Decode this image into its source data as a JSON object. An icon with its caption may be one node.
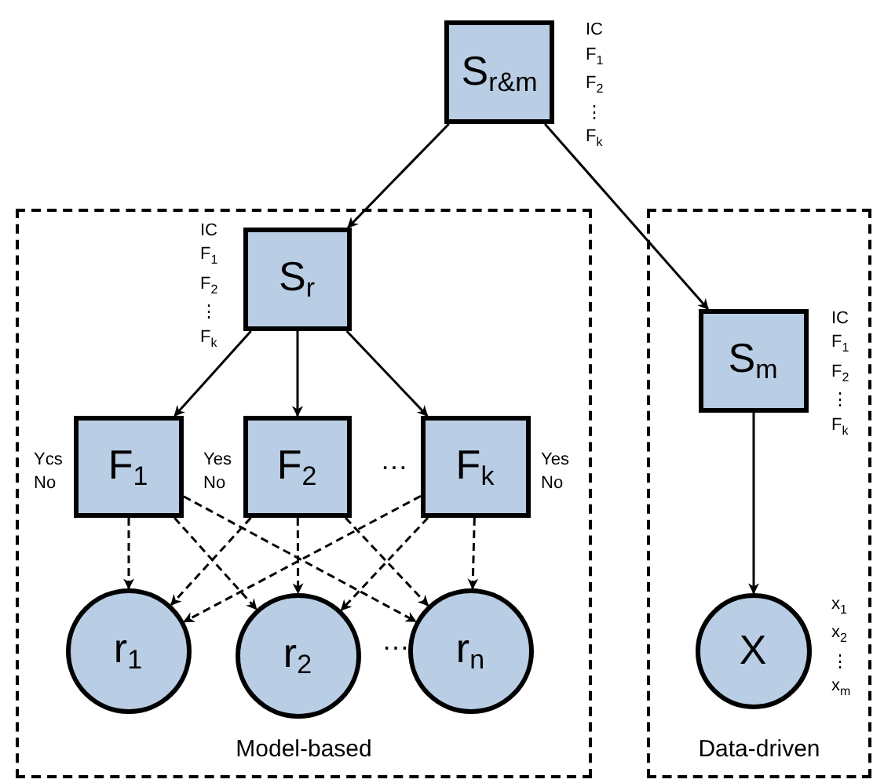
{
  "diagram": {
    "nodes": [
      {
        "text": [
          "S$_{r&m}$"
        ],
        "beside": [
          "IC",
          "F$_{1}$",
          "F$_{2}$",
          "⋮",
          "F$_{k}$"
        ]
      },
      {
        "text": [
          "Model-based"
        ]
      },
      {
        "text": [
          "S$_{r}$"
        ],
        "in": 1,
        "beside": [
          "IC",
          "F$_{1}$",
          "F$_{2}$",
          "⋮",
          "F$_{k}$"
        ]
      },
      {
        "text": [
          "F$_{1}$"
        ],
        "in": 1,
        "beside": [
          "Ycs",
          "No"
        ]
      },
      {
        "text": [
          "F$_{2}$"
        ],
        "in": 1,
        "beside": [
          "Yes",
          "No"
        ]
      },
      {
        "text": [
          "F$_{k}$"
        ],
        "in": 1,
        "beside": [
          "Yes",
          "No"
        ]
      },
      {
        "text": [
          "r$_{1}$"
        ],
        "in": 1
      },
      {
        "text": [
          "r$_{2}$"
        ],
        "in": 1
      },
      {
        "text": [
          "r$_{n}$"
        ],
        "in": 1
      },
      {
        "text": [
          "Data-driven"
        ]
      },
      {
        "text": [
          "S$_{m}$"
        ],
        "in": 9,
        "beside": [
          "IC",
          "F$_{1}$",
          "F$_{2}$",
          "⋮",
          "F$_{k}$"
        ]
      },
      {
        "text": [
          "X"
        ],
        "in": 9,
        "beside": [
          "x$_{1}$",
          "x$_{2}$",
          "⋮",
          "x$_{m}$"
        ]
      }
    ],
    "edges": [
      {
        "from": 0,
        "to": 2,
        "arrow": "to"
      },
      {
        "from": 0,
        "to": 10,
        "arrow": "to"
      },
      {
        "from": 2,
        "to": 3,
        "arrow": "to"
      },
      {
        "from": 2,
        "to": 4,
        "arrow": "to"
      },
      {
        "from": 2,
        "to": 5,
        "arrow": "to"
      },
      {
        "from": 3,
        "to": 6,
        "arrow": "to",
        "style": "dashed"
      },
      {
        "from": 3,
        "to": 7,
        "arrow": "to",
        "style": "dashed"
      },
      {
        "from": 3,
        "to": 8,
        "arrow": "to",
        "style": "dashed"
      },
      {
        "from": 4,
        "to": 6,
        "arrow": "to",
        "style": "dashed"
      },
      {
        "from": 4,
        "to": 7,
        "arrow": "to",
        "style": "dashed"
      },
      {
        "from": 4,
        "to": 8,
        "arrow": "to",
        "style": "dashed"
      },
      {
        "from": 5,
        "to": 6,
        "arrow": "to",
        "style": "dashed"
      },
      {
        "from": 5,
        "to": 7,
        "arrow": "to",
        "style": "dashed"
      },
      {
        "from": 5,
        "to": 8,
        "arrow": "to",
        "style": "dashed"
      },
      {
        "from": 10,
        "to": 11,
        "arrow": "to"
      }
    ],
    "labels": [
      "…",
      "…"
    ]
  }
}
